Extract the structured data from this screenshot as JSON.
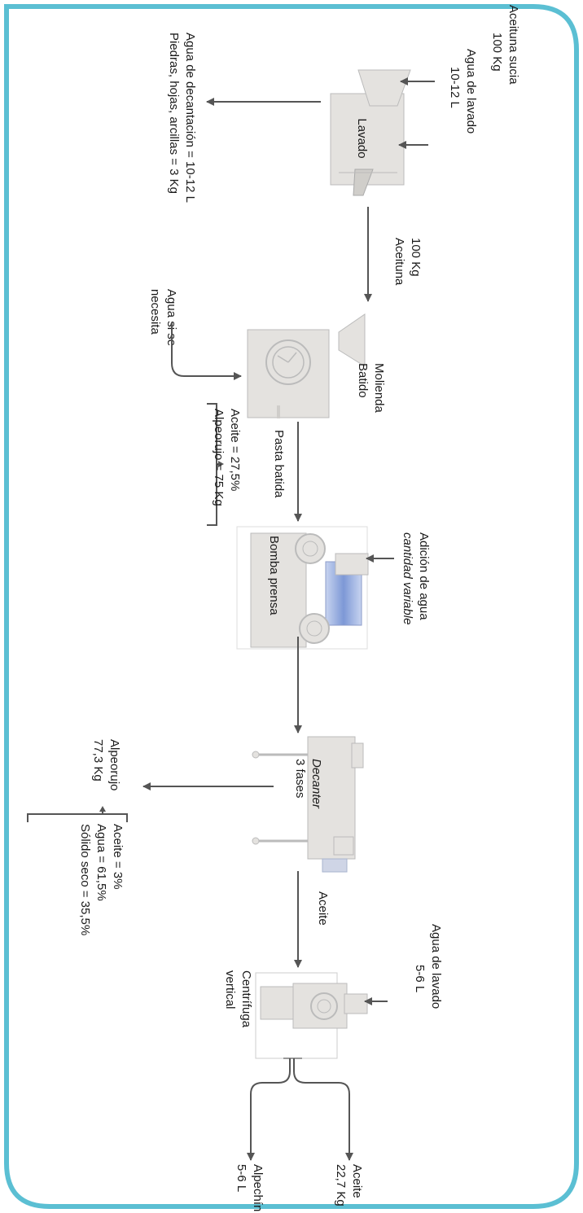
{
  "steps": {
    "lavado": "Lavado",
    "molienda_1": "Molienda",
    "molienda_2": "Batido",
    "bomba": "Bomba prensa",
    "decanter_1": "Decanter",
    "decanter_2": "3 fases",
    "centrifuga_1": "Centrífuga",
    "centrifuga_2": "vertical"
  },
  "inputs": {
    "aceituna_sucia_1": "Aceituna sucia",
    "aceituna_sucia_2": "100 Kg",
    "agua_lavado_1": "Agua de lavado",
    "agua_lavado_2": "10-12 L",
    "agua_si_1": "Agua si se",
    "agua_si_2": "necesita",
    "adicion_1": "Adición de agua",
    "adicion_2": "cantidad variable",
    "agua_lavado2_1": "Agua de lavado",
    "agua_lavado2_2": "5-6 L"
  },
  "outputs": {
    "decantacion_1": "Agua de decantación = 10-12 L",
    "decantacion_2": "Piedras, hojas, arcillas = 3 Kg",
    "alpeorujo_1": "Alpeorujo",
    "alpeorujo_2": "77,3 Kg",
    "aceite_final_1": "Aceite",
    "aceite_final_2": "22,7 Kg",
    "alpechin_1": "Alpechín",
    "alpechin_2": "5-6 L"
  },
  "flows": {
    "aceituna_1": "100 Kg",
    "aceituna_2": "Aceituna",
    "pasta": "Pasta batida",
    "aceite": "Aceite"
  },
  "compositions": {
    "pasta_1": "Aceite = 27,5%",
    "pasta_2": "Alpeorujo = 75 Kg",
    "alpeorujo_1": "Aceite = 3%",
    "alpeorujo_2": "Agua = 61,5%",
    "alpeorujo_3": "Sólido seco = 35,5%"
  },
  "colors": {
    "border": "#5bbfd3",
    "machine": "#e4e2df",
    "machine_dark": "#cfcdca",
    "arrow": "#555555",
    "accent": "#8ea6d8"
  }
}
